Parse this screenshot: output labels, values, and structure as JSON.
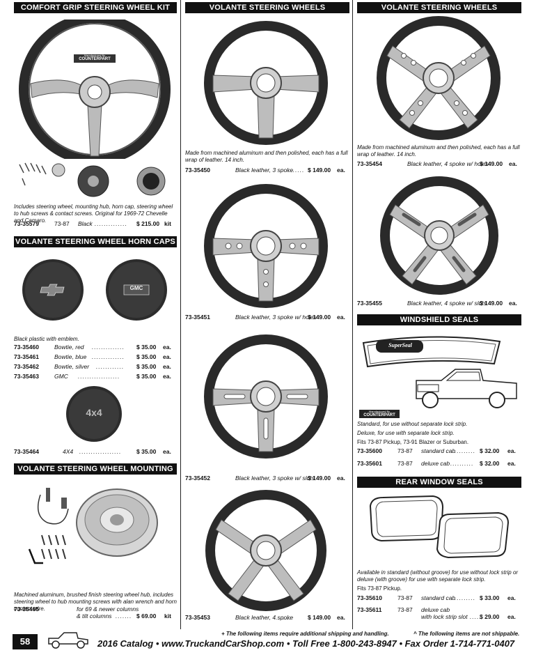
{
  "page_number": "58",
  "footer": {
    "line": "2016 Catalog  •  www.TruckandCarShop.com  •  Toll Free  1-800-243-8947  •  Fax Order  1-714-771-0407",
    "note_left": "+ The following items require additional shipping and handling.",
    "note_right": "^ The following items are not shippable."
  },
  "col1": {
    "comfort": {
      "header": "COMFORT GRIP STEERING WHEEL KIT",
      "badge_top": "Manufactured By",
      "badge": "COUNTERPART",
      "desc": "Includes steering wheel, mounting hub, horn cap, steering wheel to hub screws & contact screws. Original for 1969-72 Chevelle and Camaro.",
      "row": {
        "pn": "73-35579",
        "yr": "73-87",
        "name": "Black",
        "price": "$ 215.00",
        "unit": "kit"
      }
    },
    "horncaps": {
      "header": "VOLANTE STEERING WHEEL HORN CAPS",
      "desc": "Black plastic with emblem.",
      "cap2_label": "GMC",
      "cap3_label": "4x4",
      "rows": [
        {
          "pn": "73-35460",
          "name": "Bowtie, red",
          "price": "$ 35.00",
          "unit": "ea."
        },
        {
          "pn": "73-35461",
          "name": "Bowtie, blue",
          "price": "$ 35.00",
          "unit": "ea."
        },
        {
          "pn": "73-35462",
          "name": "Bowtie, silver",
          "price": "$ 35.00",
          "unit": "ea."
        },
        {
          "pn": "73-35463",
          "name": "GMC",
          "price": "$ 35.00",
          "unit": "ea."
        }
      ],
      "row4x4": {
        "pn": "73-35464",
        "name": "4X4",
        "price": "$ 35.00",
        "unit": "ea."
      }
    },
    "hub": {
      "header": "VOLANTE STEERING WHEEL MOUNTING HUB",
      "desc": "Machined aluminum, brushed finish steering wheel hub, includes steering wheel to hub mounting screws with alan wrench and horn contact wire.",
      "row": {
        "pn": "73-35465",
        "name_line1": "for 69 & newer columns",
        "name_line2": "& tilt columns",
        "price": "$ 69.00",
        "unit": "kit"
      }
    }
  },
  "col2": {
    "header": "VOLANTE STEERING WHEELS",
    "desc": "Made from machined aluminum and then polished, each has a full wrap of leather. 14 inch.",
    "rows": [
      {
        "pn": "73-35450",
        "name": "Black leather, 3 spoke",
        "price": "$ 149.00",
        "unit": "ea."
      },
      {
        "pn": "73-35451",
        "name": "Black leather, 3 spoke w/ holes",
        "price": "$ 149.00",
        "unit": "ea."
      },
      {
        "pn": "73-35452",
        "name": "Black leather, 3 spoke w/ slots",
        "price": "$ 149.00",
        "unit": "ea."
      },
      {
        "pn": "73-35453",
        "name": "Black leather, 4 spoke",
        "price": "$ 149.00",
        "unit": "ea."
      }
    ]
  },
  "col3": {
    "wheels": {
      "header": "VOLANTE STEERING WHEELS",
      "desc": "Made from machined aluminum and then polished, each has a full wrap of leather. 14 inch.",
      "rows": [
        {
          "pn": "73-35454",
          "name": "Black leather, 4 spoke w/ holes",
          "price": "$ 149.00",
          "unit": "ea."
        },
        {
          "pn": "73-35455",
          "name": "Black leather, 4 spoke w/ slots",
          "price": "$ 149.00",
          "unit": "ea."
        }
      ]
    },
    "windshield": {
      "header": "WINDSHIELD SEALS",
      "superseal": "SuperSeal",
      "badge_top": "Manufactured By",
      "badge": "COUNTERPART",
      "desc1": "Standard, for use without separate lock strip.",
      "desc2": "Deluxe, for use with separate lock strip.",
      "fits": "Fits 73-87 Pickup, 73-91 Blazer or Suburban.",
      "rows": [
        {
          "pn": "73-35600",
          "yr": "73-87",
          "name": "standard cab",
          "price": "$ 32.00",
          "unit": "ea."
        },
        {
          "pn": "73-35601",
          "yr": "73-87",
          "name": "deluxe cab",
          "price": "$ 32.00",
          "unit": "ea."
        }
      ]
    },
    "rear": {
      "header": "REAR WINDOW SEALS",
      "desc": "Available in standard (without groove) for use without lock strip or deluxe (with groove) for use with separate lock strip.",
      "fits": "Fits 73-87 Pickup.",
      "rows": [
        {
          "pn": "73-35610",
          "yr": "73-87",
          "name": "standard cab",
          "price": "$ 33.00",
          "unit": "ea."
        },
        {
          "pn": "73-35611",
          "yr": "73-87",
          "name": "deluxe cab",
          "name2": "with lock strip slot",
          "price": "$ 29.00",
          "unit": "ea."
        }
      ]
    }
  }
}
